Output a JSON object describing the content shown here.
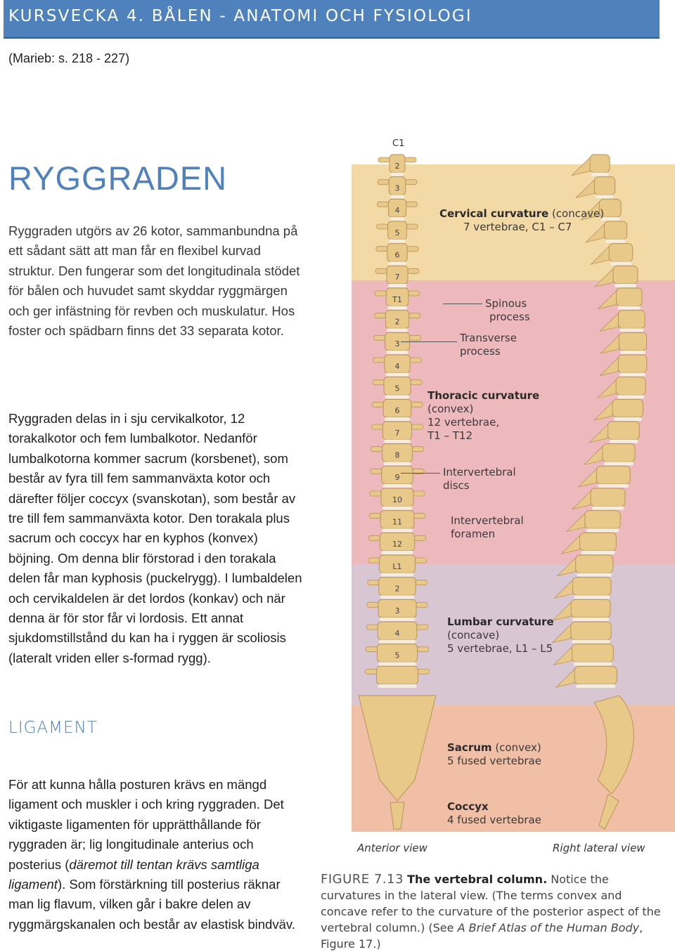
{
  "header": {
    "title": "KURSVECKA 4. BÅLEN - ANATOMI OCH FYSIOLOGI"
  },
  "source_ref": "(Marieb: s. 218 - 227)",
  "page_title": "RYGGRADEN",
  "paragraph1": "Ryggraden utgörs av 26 kotor, sammanbundna på ett sådant sätt att man får en flexibel kurvad struktur. Den fungerar som det longitudinala stödet för bålen och huvudet samt skyddar ryggmärgen och ger infästning för revben och muskulatur. Hos foster och spädbarn finns det 33 separata kotor.",
  "paragraph2": "Ryggraden delas in i sju cervikalkotor, 12 torakalkotor och fem lumbalkotor. Nedanför lumbalkotorna kommer sacrum (korsbenet), som består av fyra till fem sammanväxta kotor och därefter följer coccyx (svanskotan), som består av tre till fem sammanväxta kotor. Den torakala plus sacrum och coccyx har en kyphos (konvex) böjning. Om denna blir förstorad i den torakala delen får man kyphosis (puckelrygg). I lumbaldelen och cervikaldelen är det lordos (konkav) och när denna är för stor får vi lordosis. Ett annat sjukdomstillstånd du kan ha i ryggen är scoliosis (lateralt vriden eller s-formad rygg).",
  "section_ligament": {
    "title": "LIGAMENT",
    "text_before": "För att kunna hålla posturen krävs en mängd ligament och muskler i och kring ryggraden. Det viktigaste ligamenten för upprätthållande för ryggraden är; lig longitudinale anterius och posterius (",
    "text_italic": "däremot till tentan krävs samtliga ligament",
    "text_after": "). Som förstärkning till posterius räknar man lig flavum, vilken går i bakre delen av ryggmärgskanalen och består av elastisk bindväv."
  },
  "figure": {
    "top_vertebra_label": "C1",
    "vertebra_numbers": [
      "2",
      "3",
      "4",
      "5",
      "6",
      "7",
      "T1",
      "2",
      "3",
      "4",
      "5",
      "6",
      "7",
      "8",
      "9",
      "10",
      "11",
      "12",
      "L1",
      "2",
      "3",
      "4",
      "5"
    ],
    "regions": [
      {
        "name": "Cervical curvature",
        "detail": "(concave)",
        "line2": "7 vertebrae, C1 – C7",
        "color": "#f3d9a6"
      },
      {
        "name": "Thoracic curvature",
        "detail": "(convex)",
        "line2": "12 vertebrae,",
        "line3": "T1 – T12",
        "color": "#edb9bd"
      },
      {
        "name": "Lumbar curvature",
        "detail": "(concave)",
        "line2": "5 vertebrae, L1 – L5",
        "color": "#d9c6d3"
      },
      {
        "name": "Sacrum",
        "detail": "(convex)",
        "line2": "5 fused vertebrae",
        "color": "#f0bfa5"
      },
      {
        "name": "Coccyx",
        "detail": "",
        "line2": "4 fused vertebrae",
        "color": "#f0bfa5"
      }
    ],
    "labels": {
      "spinous_1": "Spinous",
      "spinous_2": "process",
      "transverse_1": "Transverse",
      "transverse_2": "process",
      "intervertebral_discs_1": "Intervertebral",
      "intervertebral_discs_2": "discs",
      "intervertebral_foramen_1": "Intervertebral",
      "intervertebral_foramen_2": "foramen"
    },
    "anterior_view": "Anterior view",
    "right_lateral_view": "Right lateral view",
    "caption": {
      "number": "FIGURE 7.13",
      "title": "The vertebral column.",
      "text1": "Notice the curvatures in the lateral view. (The terms convex and concave refer to the curvature of the posterior aspect of the vertebral column.) (See ",
      "italic": "A Brief Atlas of the Human Body",
      "text2": ", Figure 17.)"
    },
    "bone_color": "#e8c98a",
    "disc_color": "#f4ede0"
  }
}
